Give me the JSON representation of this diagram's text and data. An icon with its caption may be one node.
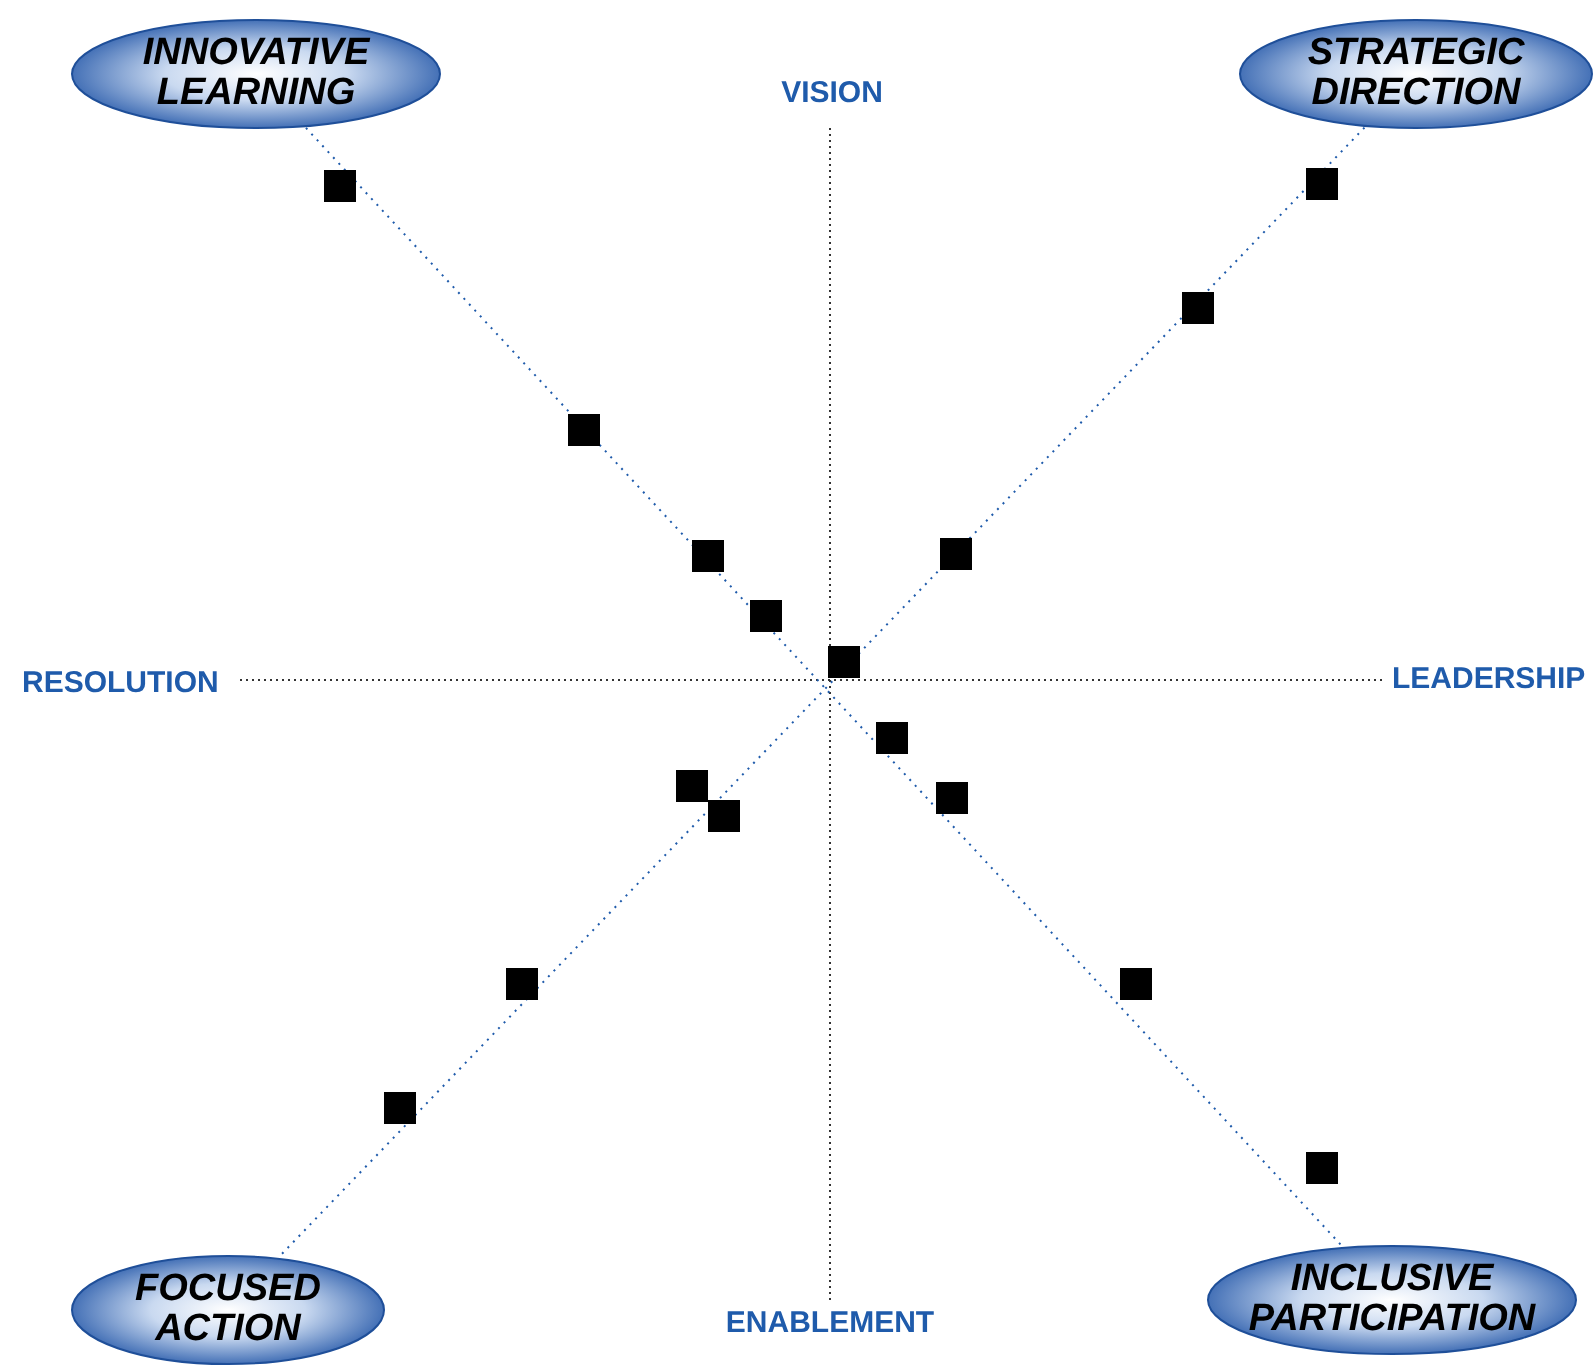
{
  "diagram": {
    "nodes": [
      {
        "text": [
          "INNOVATIVE LEARNING"
        ]
      },
      {
        "text": [
          "STRATEGIC DIRECTION"
        ]
      },
      {
        "text": [
          "FOCUSED ACTION"
        ]
      },
      {
        "text": [
          "INCLUSIVE PARTICIPATION"
        ]
      }
    ],
    "edges": [
      {
        "from": 0,
        "to": 3,
        "arrow": "none",
        "style": "dashed"
      },
      {
        "from": 1,
        "to": 2,
        "arrow": "none",
        "style": "dashed"
      }
    ],
    "labels": [
      "VISION",
      "RESOLUTION",
      "LEADERSHIP",
      "ENABLEMENT"
    ]
  }
}
